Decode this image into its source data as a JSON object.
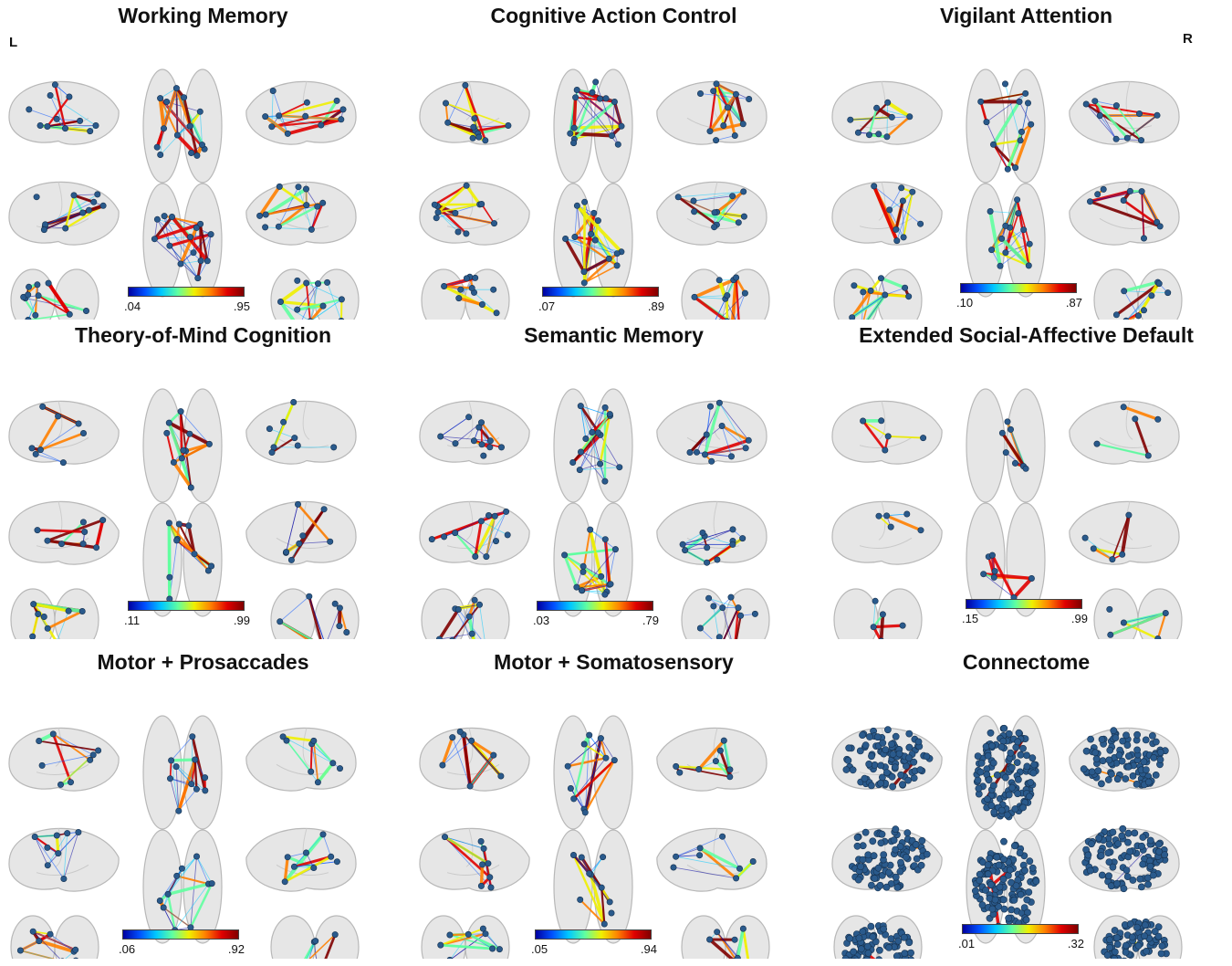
{
  "orientation": {
    "left": "L",
    "right": "R"
  },
  "colormap": [
    "#0000a0",
    "#0050ff",
    "#00c8ff",
    "#60ffa0",
    "#f0f000",
    "#ff8000",
    "#e00000",
    "#800000"
  ],
  "panels": [
    {
      "id": "working-memory",
      "title": "Working Memory",
      "min": ".04",
      "max": ".95",
      "nodes": 14,
      "edges": 34,
      "hot": 0.45,
      "seed": 11
    },
    {
      "id": "cognitive-action-control",
      "title": "Cognitive Action Control",
      "min": ".07",
      "max": ".89",
      "nodes": 14,
      "edges": 36,
      "hot": 0.45,
      "seed": 23
    },
    {
      "id": "vigilant-attention",
      "title": "Vigilant Attention",
      "min": ".10",
      "max": ".87",
      "nodes": 12,
      "edges": 30,
      "hot": 0.6,
      "seed": 37
    },
    {
      "id": "theory-of-mind-cognition",
      "title": "Theory-of-Mind Cognition",
      "min": ".11",
      "max": ".99",
      "nodes": 10,
      "edges": 22,
      "hot": 0.65,
      "seed": 41
    },
    {
      "id": "semantic-memory",
      "title": "Semantic Memory",
      "min": ".03",
      "max": ".79",
      "nodes": 14,
      "edges": 34,
      "hot": 0.35,
      "seed": 53
    },
    {
      "id": "extended-social-affective-default",
      "title": "Extended  Social-Affective Default",
      "min": ".15",
      "max": ".99",
      "nodes": 7,
      "edges": 12,
      "hot": 0.75,
      "seed": 67
    },
    {
      "id": "motor-prosaccades",
      "title": "Motor + Prosaccades",
      "min": ".06",
      "max": ".92",
      "nodes": 10,
      "edges": 26,
      "hot": 0.45,
      "seed": 71
    },
    {
      "id": "motor-somatosensory",
      "title": "Motor + Somatosensory",
      "min": ".05",
      "max": ".94",
      "nodes": 10,
      "edges": 26,
      "hot": 0.5,
      "seed": 83
    },
    {
      "id": "connectome",
      "title": "Connectome",
      "min": ".01",
      "max": ".32",
      "nodes": 130,
      "edges": 2,
      "hot": 0.8,
      "seed": 97
    }
  ]
}
